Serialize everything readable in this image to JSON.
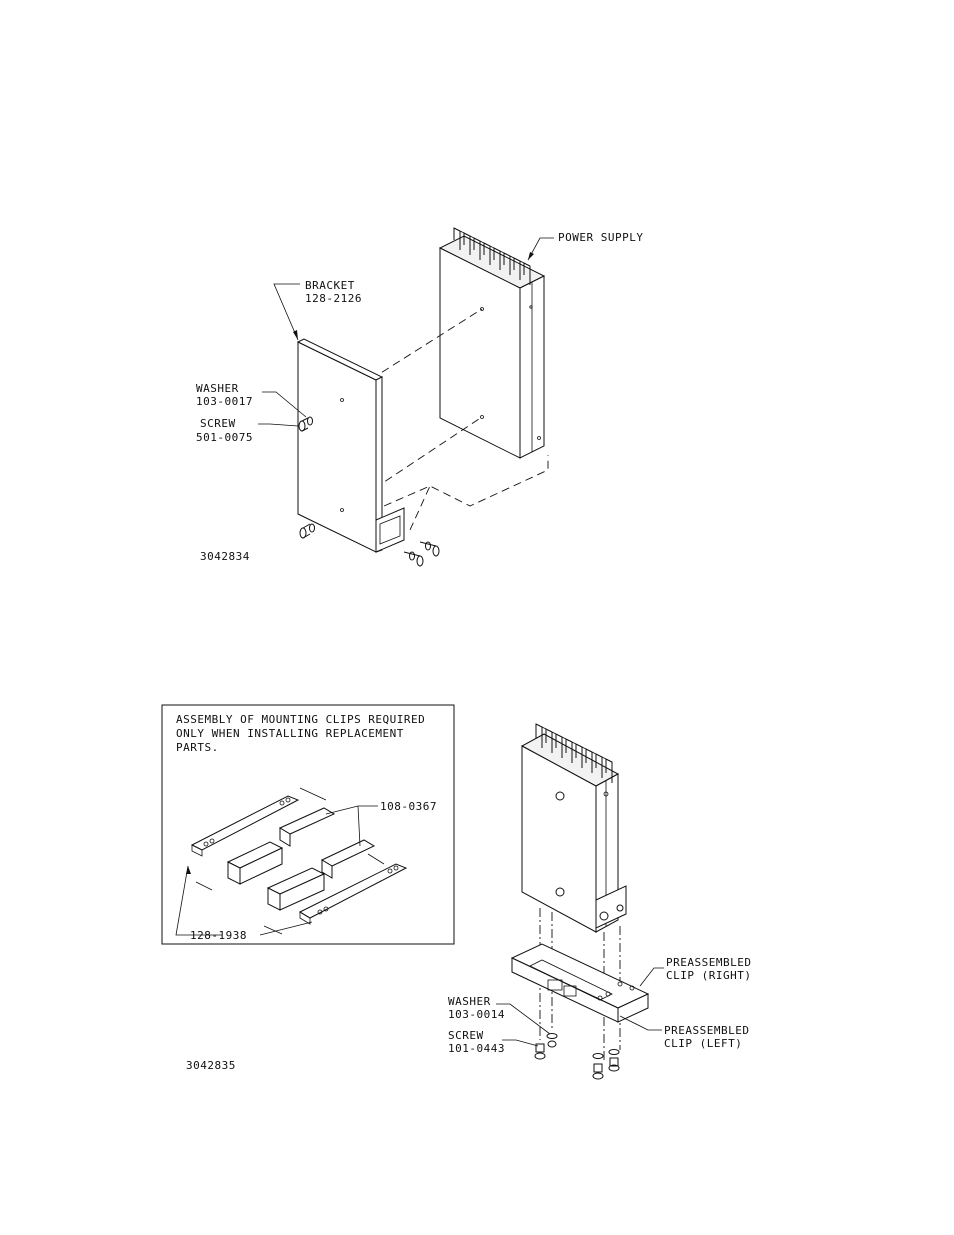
{
  "figure1": {
    "power_supply_label": "POWER SUPPLY",
    "bracket_label": "BRACKET",
    "bracket_part": "128-2126",
    "washer_label": "WASHER",
    "washer_part": "103-0017",
    "screw_label": "SCREW",
    "screw_part": "501-0075",
    "figure_number": "3042834"
  },
  "figure2": {
    "note_line1": "ASSEMBLY OF MOUNTING CLIPS REQUIRED",
    "note_line2": "ONLY WHEN INSTALLING REPLACEMENT",
    "note_line3": "PARTS.",
    "clip_part": "108-0367",
    "plate_part": "128-1938",
    "right_clip_line1": "PREASSEMBLED",
    "right_clip_line2": "CLIP (RIGHT)",
    "left_clip_line1": "PREASSEMBLED",
    "left_clip_line2": "CLIP (LEFT)",
    "washer_label": "WASHER",
    "washer_part": "103-0014",
    "screw_label": "SCREW",
    "screw_part": "101-0443",
    "figure_number": "3042835"
  }
}
